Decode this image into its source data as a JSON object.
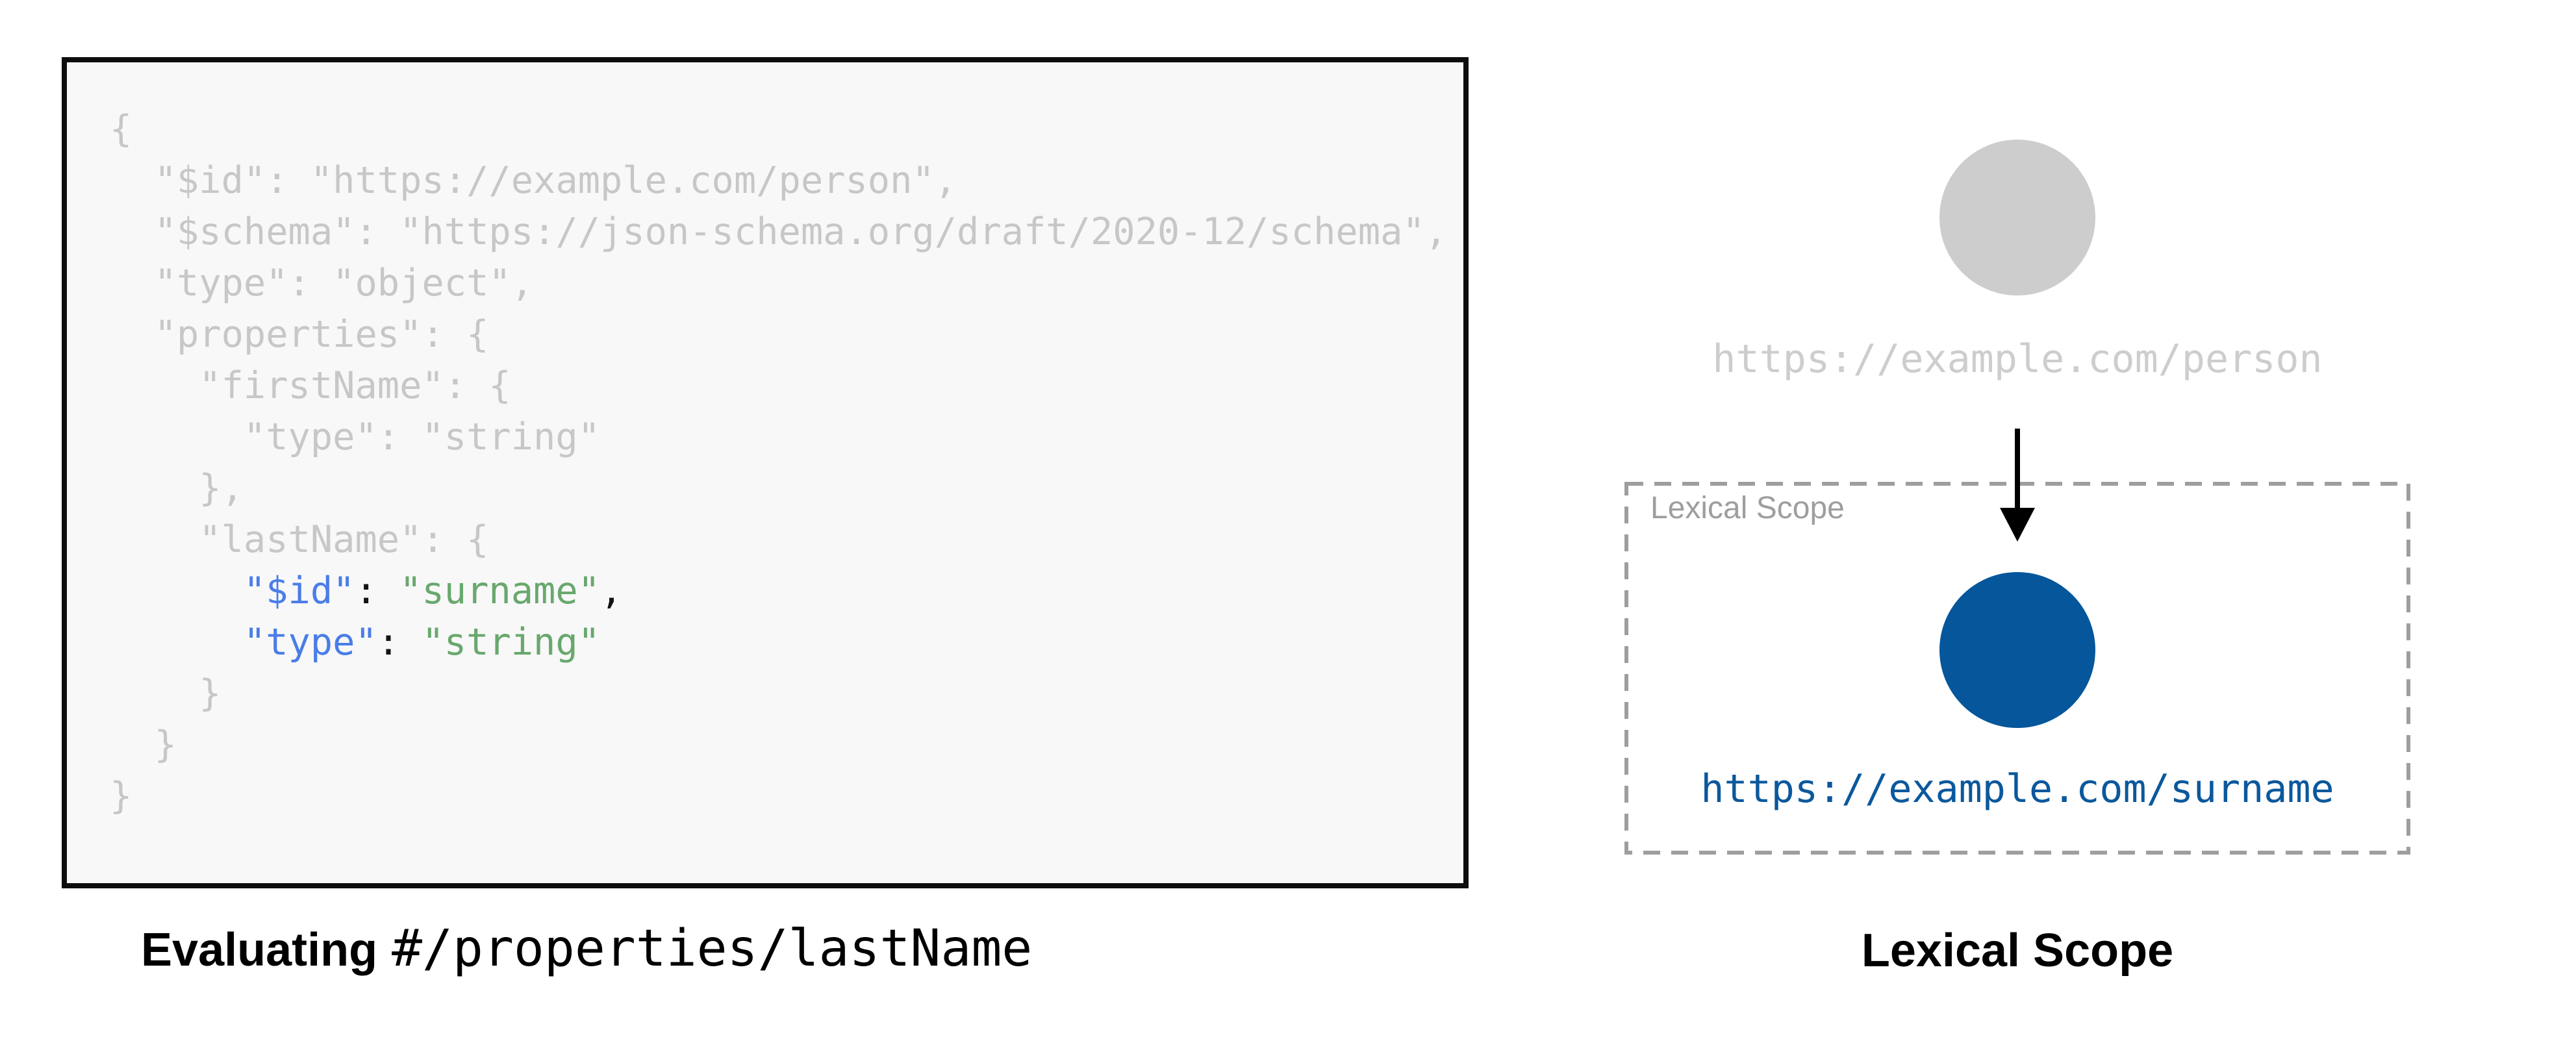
{
  "colors": {
    "box-bg": "#f8f8f8",
    "faded": "#c7c7c7",
    "key-blue": "#4a7de8",
    "value-green": "#68a86d",
    "circle-gray": "#cdcdcd",
    "circle-blue": "#05569b",
    "url-blue": "#0b589c",
    "scope-gray": "#9e9e9e"
  },
  "code": {
    "lines": [
      [
        {
          "t": "{",
          "c": "faded"
        }
      ],
      [
        {
          "t": "  \"$id\": \"https://example.com/person\",",
          "c": "faded"
        }
      ],
      [
        {
          "t": "  \"$schema\": \"https://json-schema.org/draft/2020-12/schema\",",
          "c": "faded"
        }
      ],
      [
        {
          "t": "  \"type\": \"object\",",
          "c": "faded"
        }
      ],
      [
        {
          "t": "  \"properties\": {",
          "c": "faded"
        }
      ],
      [
        {
          "t": "    \"firstName\": {",
          "c": "faded"
        }
      ],
      [
        {
          "t": "      \"type\": \"string\"",
          "c": "faded"
        }
      ],
      [
        {
          "t": "    },",
          "c": "faded"
        }
      ],
      [
        {
          "t": "    \"lastName\": {",
          "c": "faded"
        }
      ],
      [
        {
          "t": "      ",
          "c": "faded"
        },
        {
          "t": "\"$id\"",
          "c": "key"
        },
        {
          "t": ": ",
          "c": "plain"
        },
        {
          "t": "\"surname\"",
          "c": "value"
        },
        {
          "t": ",",
          "c": "plain"
        }
      ],
      [
        {
          "t": "      ",
          "c": "faded"
        },
        {
          "t": "\"type\"",
          "c": "key"
        },
        {
          "t": ": ",
          "c": "plain"
        },
        {
          "t": "\"string\"",
          "c": "value"
        }
      ],
      [
        {
          "t": "    }",
          "c": "faded"
        }
      ],
      [
        {
          "t": "  }",
          "c": "faded"
        }
      ],
      [
        {
          "t": "}",
          "c": "faded"
        }
      ]
    ]
  },
  "caption_left": {
    "bold": "Evaluating",
    "mono": "#/properties/lastName"
  },
  "diagram": {
    "person_url": "https://example.com/person",
    "scope_label": "Lexical Scope",
    "surname_url": "https://example.com/surname"
  },
  "caption_right": {
    "text": "Lexical Scope"
  }
}
